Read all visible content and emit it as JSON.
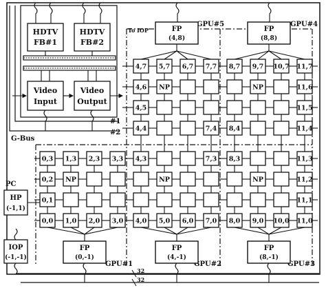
{
  "labels": {
    "to_iop": "To IOP",
    "gpu1": "GPU#1",
    "gpu2": "GPU#2",
    "gpu3": "GPU#3",
    "gpu4": "GPU#4",
    "gpu5": "GPU#5",
    "gbus": "G-Bus",
    "bus1": "#1",
    "bus2": "#2",
    "pc": "PC",
    "width_a": "32",
    "width_b": "32"
  },
  "boxes": {
    "hdtv1": {
      "line1": "HDTV",
      "line2": "FB#1"
    },
    "hdtv2": {
      "line1": "HDTV",
      "line2": "FB#2"
    },
    "video_in": {
      "line1": "Video",
      "line2": "Input"
    },
    "video_out": {
      "line1": "Video",
      "line2": "Output"
    },
    "hp": {
      "line1": "HP",
      "line2": "(-1,1)"
    },
    "iop": {
      "line1": "IOP",
      "line2": "(-1,-1)"
    }
  },
  "fps": [
    {
      "id": "fp-4-8",
      "line1": "FP",
      "line2": "(4,8)"
    },
    {
      "id": "fp-8-8",
      "line1": "FP",
      "line2": "(8,8)"
    },
    {
      "id": "fp-0-m1",
      "line1": "FP",
      "line2": "(0,-1)"
    },
    {
      "id": "fp-4-m1",
      "line1": "FP",
      "line2": "(4,-1)"
    },
    {
      "id": "fp-8-m1",
      "line1": "FP",
      "line2": "(8,-1)"
    }
  ],
  "np_label": "NP",
  "pe_labels": [
    {
      "c": 4,
      "r": 7,
      "t": "4,7"
    },
    {
      "c": 5,
      "r": 7,
      "t": "5,7"
    },
    {
      "c": 6,
      "r": 7,
      "t": "6,7"
    },
    {
      "c": 7,
      "r": 7,
      "t": "7,7"
    },
    {
      "c": 8,
      "r": 7,
      "t": "8,7"
    },
    {
      "c": 9,
      "r": 7,
      "t": "9,7"
    },
    {
      "c": 10,
      "r": 7,
      "t": "10,7"
    },
    {
      "c": 11,
      "r": 7,
      "t": "11,7"
    },
    {
      "c": 4,
      "r": 6,
      "t": "4,6"
    },
    {
      "c": 11,
      "r": 6,
      "t": "11,6"
    },
    {
      "c": 4,
      "r": 5,
      "t": "4,5"
    },
    {
      "c": 11,
      "r": 5,
      "t": "11,5"
    },
    {
      "c": 4,
      "r": 4,
      "t": "4,4"
    },
    {
      "c": 7,
      "r": 4,
      "t": "7,4"
    },
    {
      "c": 8,
      "r": 4,
      "t": "8,4"
    },
    {
      "c": 11,
      "r": 4,
      "t": "11,4"
    },
    {
      "c": 0,
      "r": 3,
      "t": "0,3"
    },
    {
      "c": 1,
      "r": 3,
      "t": "1,3"
    },
    {
      "c": 2,
      "r": 3,
      "t": "2,3"
    },
    {
      "c": 3,
      "r": 3,
      "t": "3,3"
    },
    {
      "c": 4,
      "r": 3,
      "t": "4,3"
    },
    {
      "c": 7,
      "r": 3,
      "t": "7,3"
    },
    {
      "c": 8,
      "r": 3,
      "t": "8,3"
    },
    {
      "c": 11,
      "r": 3,
      "t": "11,3"
    },
    {
      "c": 0,
      "r": 2,
      "t": "0,2"
    },
    {
      "c": 11,
      "r": 2,
      "t": "11,2"
    },
    {
      "c": 0,
      "r": 1,
      "t": "0,1"
    },
    {
      "c": 11,
      "r": 1,
      "t": "11,1"
    },
    {
      "c": 0,
      "r": 0,
      "t": "0,0"
    },
    {
      "c": 1,
      "r": 0,
      "t": "1,0"
    },
    {
      "c": 2,
      "r": 0,
      "t": "2,0"
    },
    {
      "c": 3,
      "r": 0,
      "t": "3,0"
    },
    {
      "c": 4,
      "r": 0,
      "t": "4,0"
    },
    {
      "c": 5,
      "r": 0,
      "t": "5,0"
    },
    {
      "c": 6,
      "r": 0,
      "t": "6,0"
    },
    {
      "c": 7,
      "r": 0,
      "t": "7,0"
    },
    {
      "c": 8,
      "r": 0,
      "t": "8,0"
    },
    {
      "c": 9,
      "r": 0,
      "t": "9,0"
    },
    {
      "c": 10,
      "r": 0,
      "t": "10,0"
    },
    {
      "c": 11,
      "r": 0,
      "t": "11,0"
    }
  ],
  "np_cells": [
    {
      "c": 5,
      "r": 6
    },
    {
      "c": 9,
      "r": 6
    },
    {
      "c": 1,
      "r": 2
    },
    {
      "c": 5,
      "r": 2
    },
    {
      "c": 9,
      "r": 2
    }
  ]
}
